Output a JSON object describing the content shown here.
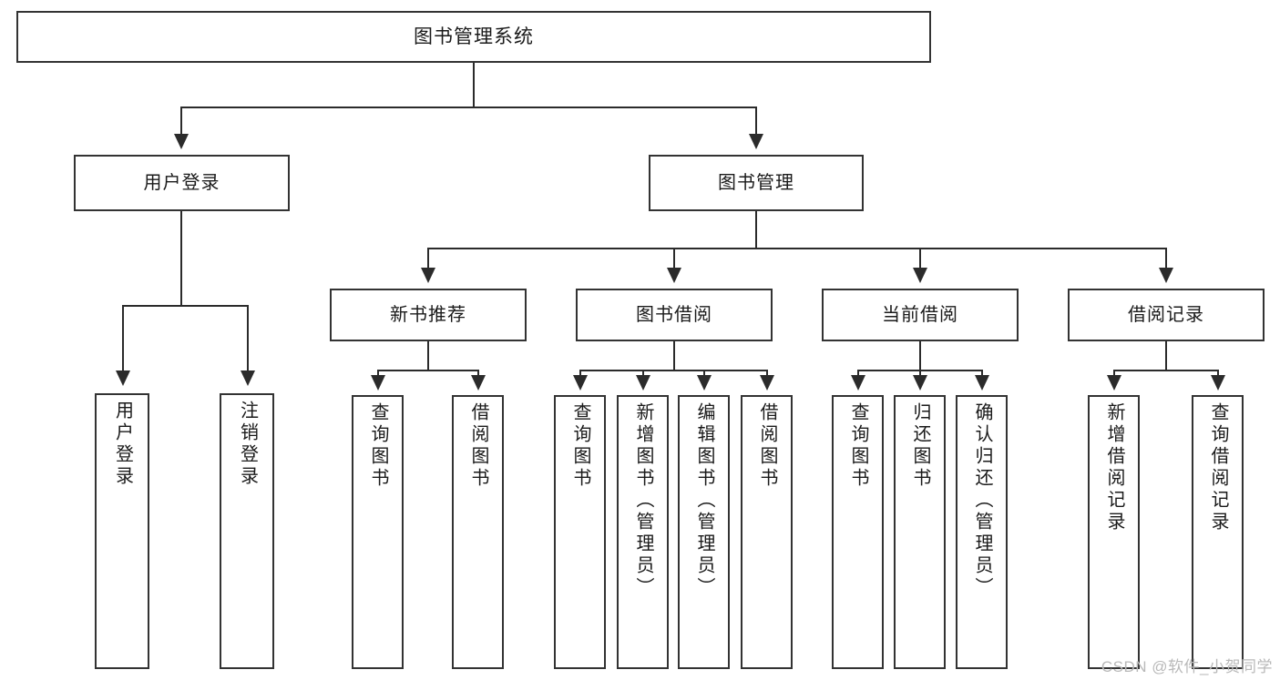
{
  "diagram": {
    "title": "图书管理系统",
    "type": "hierarchy-tree",
    "watermark": "CSDN @软件_小贺同学",
    "colors": {
      "box_border": "#333333",
      "connector": "#2b2b2b",
      "background": "#ffffff",
      "text": "#1a1a1a",
      "watermark": "#b9b9b9"
    },
    "root": {
      "label": "图书管理系统"
    },
    "level1": [
      {
        "label": "用户登录"
      },
      {
        "label": "图书管理"
      }
    ],
    "user_login_leaves": [
      {
        "label": "用户登录"
      },
      {
        "label": "注销登录"
      }
    ],
    "level2": [
      {
        "label": "新书推荐"
      },
      {
        "label": "图书借阅"
      },
      {
        "label": "当前借阅"
      },
      {
        "label": "借阅记录"
      }
    ],
    "new_book_leaves": [
      {
        "label": "查询图书"
      },
      {
        "label": "借阅图书"
      }
    ],
    "borrow_book_leaves": [
      {
        "label": "查询图书"
      },
      {
        "label": "新增图书（管理员）"
      },
      {
        "label": "编辑图书（管理员）"
      },
      {
        "label": "借阅图书"
      }
    ],
    "current_borrow_leaves": [
      {
        "label": "查询图书"
      },
      {
        "label": "归还图书"
      },
      {
        "label": "确认归还（管理员）"
      }
    ],
    "borrow_record_leaves": [
      {
        "label": "新增借阅记录"
      },
      {
        "label": "查询借阅记录"
      }
    ]
  }
}
